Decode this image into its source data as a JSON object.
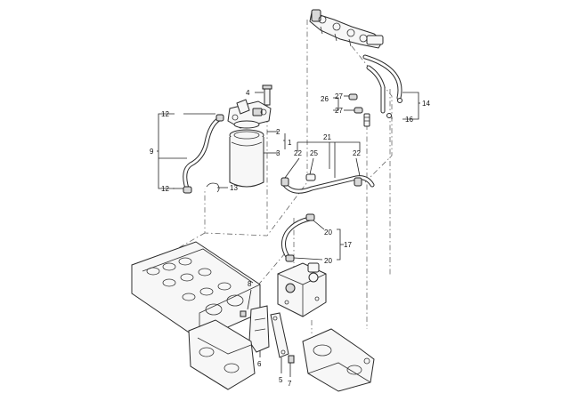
{
  "callouts": {
    "c1": "1",
    "c2": "2",
    "c3": "3",
    "c4": "4",
    "c5": "5",
    "c6": "6",
    "c7": "7",
    "c8": "8",
    "c9": "9",
    "c12a": "12",
    "c12b": "12",
    "c13": "13",
    "c14": "14",
    "c16": "16",
    "c17": "17",
    "c20a": "20",
    "c20b": "20",
    "c21": "21",
    "c22a": "22",
    "c22b": "22",
    "c25": "25",
    "c26": "26",
    "c27a": "27",
    "c27b": "27"
  }
}
